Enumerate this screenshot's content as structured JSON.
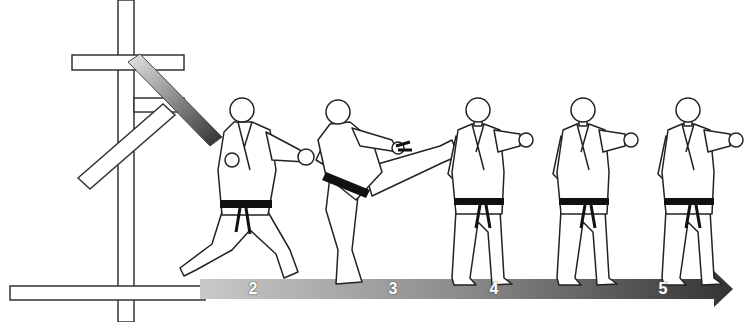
{
  "diagram": {
    "labels": [
      "2",
      "3",
      "4",
      "5"
    ]
  }
}
